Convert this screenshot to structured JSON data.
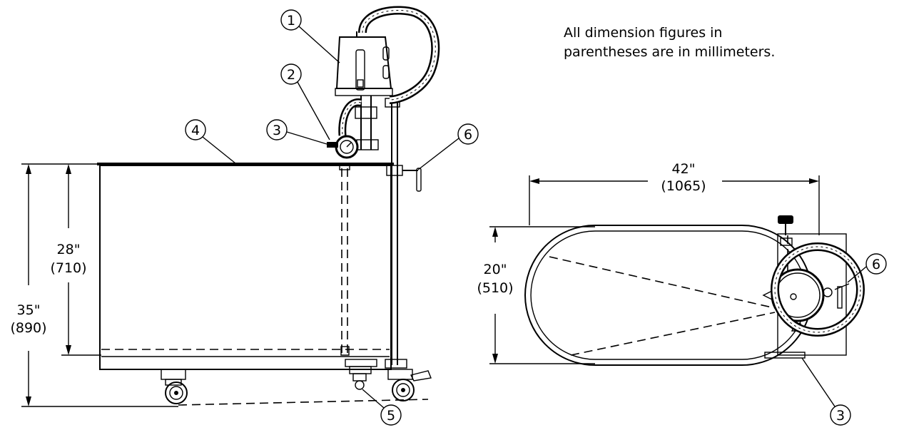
{
  "note": {
    "line1": "All dimension figures in",
    "line2": "parentheses are in millimeters."
  },
  "side_view": {
    "height_overall": {
      "inch": "35\"",
      "mm": "(890)"
    },
    "height_tank": {
      "inch": "28\"",
      "mm": "(710)"
    },
    "callouts": [
      "1",
      "2",
      "3",
      "4",
      "5",
      "6"
    ]
  },
  "top_view": {
    "length": {
      "inch": "42\"",
      "mm": "(1065)"
    },
    "width": {
      "inch": "20\"",
      "mm": "(510)"
    },
    "callouts": [
      "6",
      "3"
    ]
  }
}
